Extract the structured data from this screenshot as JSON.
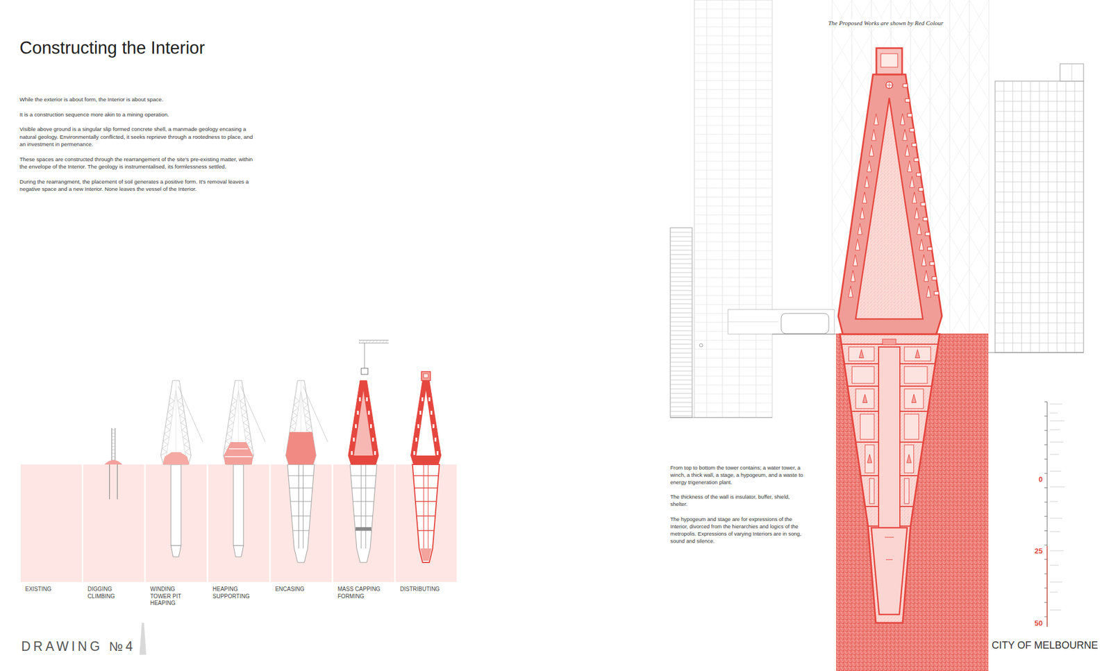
{
  "diagram": {
    "title": "Constructing the Interior",
    "nodes": [
      {
        "text": [
          "EXISTING"
        ]
      },
      {
        "text": [
          "DIGGING CLIMBING"
        ]
      },
      {
        "text": [
          "WINDING TOWER PIT HEAPING"
        ]
      },
      {
        "text": [
          "HEAPING SUPPORTING"
        ]
      },
      {
        "text": [
          "ENCASING"
        ]
      },
      {
        "text": [
          "MASS CAPPING FORMING"
        ]
      },
      {
        "text": [
          "DISTRIBUTING"
        ]
      }
    ],
    "labels": [
      "While the exterior is about form, the Interior is about space.",
      "It is a construction sequence more akin to a mining operation.",
      "Visible above ground is a singular slip formed concrete shell, a manmade geology encasing a natural geology. Environmentally conflicted, it seeks reprieve through a rootedness to place, and an investment in permenance.",
      "These spaces are constructed through the rearrangement of the site's pre-existing matter, within the envelope of the Interior. The geology is instrumentalised, its formlessness settled.",
      "During the rearrangment, the placement of soil generates a positive form. It's removal leaves a negative space and a new Interior. None leaves the vessel of the Interior.",
      "DRAWING №4",
      "The Proposed Works are shown by Red Colour",
      "From top to bottom the tower contains; a water tower, a winch, a thick wall, a stage, a hypogeum, and a waste to energy trigeneration plant.",
      "The thickness of the wall is insulator, buffer, shield, shelter.",
      "The hypogeum and stage are for expressions of the Interior, divorced from the hierarchies and logics of the metropolis. Expressions of varying Interiors are in song, sound and silence.",
      "0",
      "25",
      "50",
      "CITY OF MELBOURNE"
    ]
  }
}
